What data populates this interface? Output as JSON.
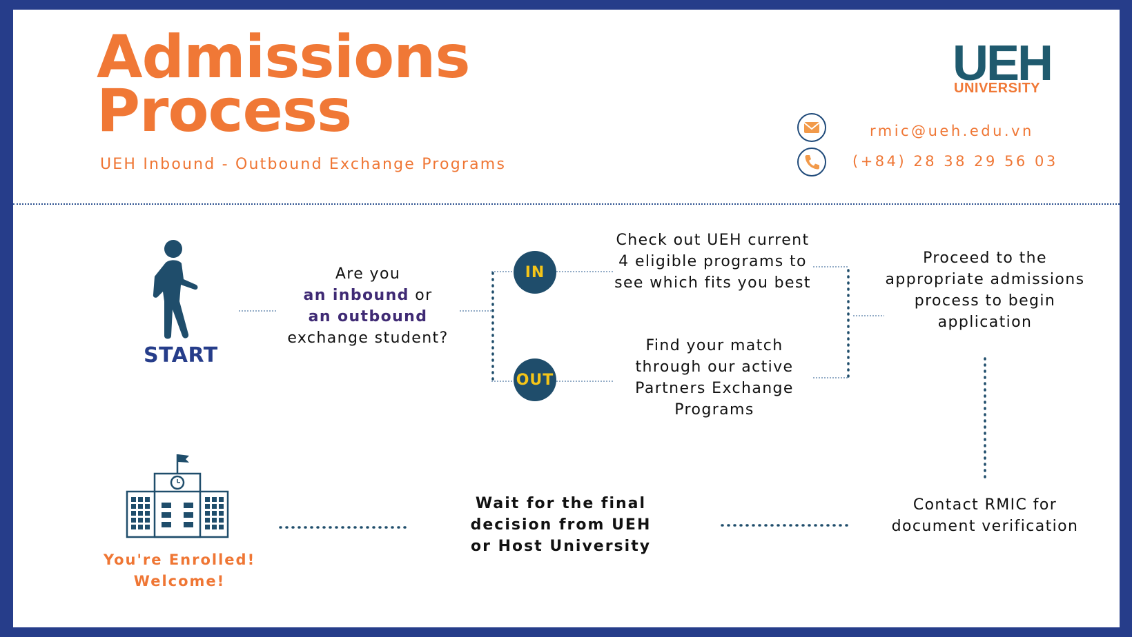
{
  "header": {
    "title_line1": "Admissions",
    "title_line2": "Process",
    "subtitle": "UEH Inbound - Outbound Exchange Programs",
    "logo_main": "UEH",
    "logo_sub": "UNIVERSITY"
  },
  "contact": {
    "email": "rmic@ueh.edu.vn",
    "phone": "(+84) 28 38 29 56 03",
    "email_icon": "mail-icon",
    "phone_icon": "phone-icon"
  },
  "flow": {
    "start_label": "START",
    "question": {
      "line1": "Are you",
      "inbound": "an inbound",
      "or": "or",
      "outbound": "an outbound",
      "line4": "exchange student?"
    },
    "in_label": "IN",
    "out_label": "OUT",
    "in_step": [
      "Check out UEH current",
      "4 eligible programs to",
      "see which fits you best"
    ],
    "out_step": [
      "Find your match",
      "through our active",
      "Partners Exchange",
      "Programs"
    ],
    "proceed_step": [
      "Proceed to the",
      "appropriate admissions",
      "process to begin",
      "application"
    ],
    "contact_step": [
      "Contact RMIC for",
      "document verification"
    ],
    "wait_step": [
      "Wait for the final",
      "decision from UEH",
      "or Host University"
    ],
    "enrolled": [
      "You're Enrolled!",
      "Welcome!"
    ]
  },
  "colors": {
    "orange": "#f07836",
    "navy_border": "#263d8a",
    "teal": "#1f4d6b",
    "purple": "#3f2a74",
    "yellow": "#f5c518"
  }
}
